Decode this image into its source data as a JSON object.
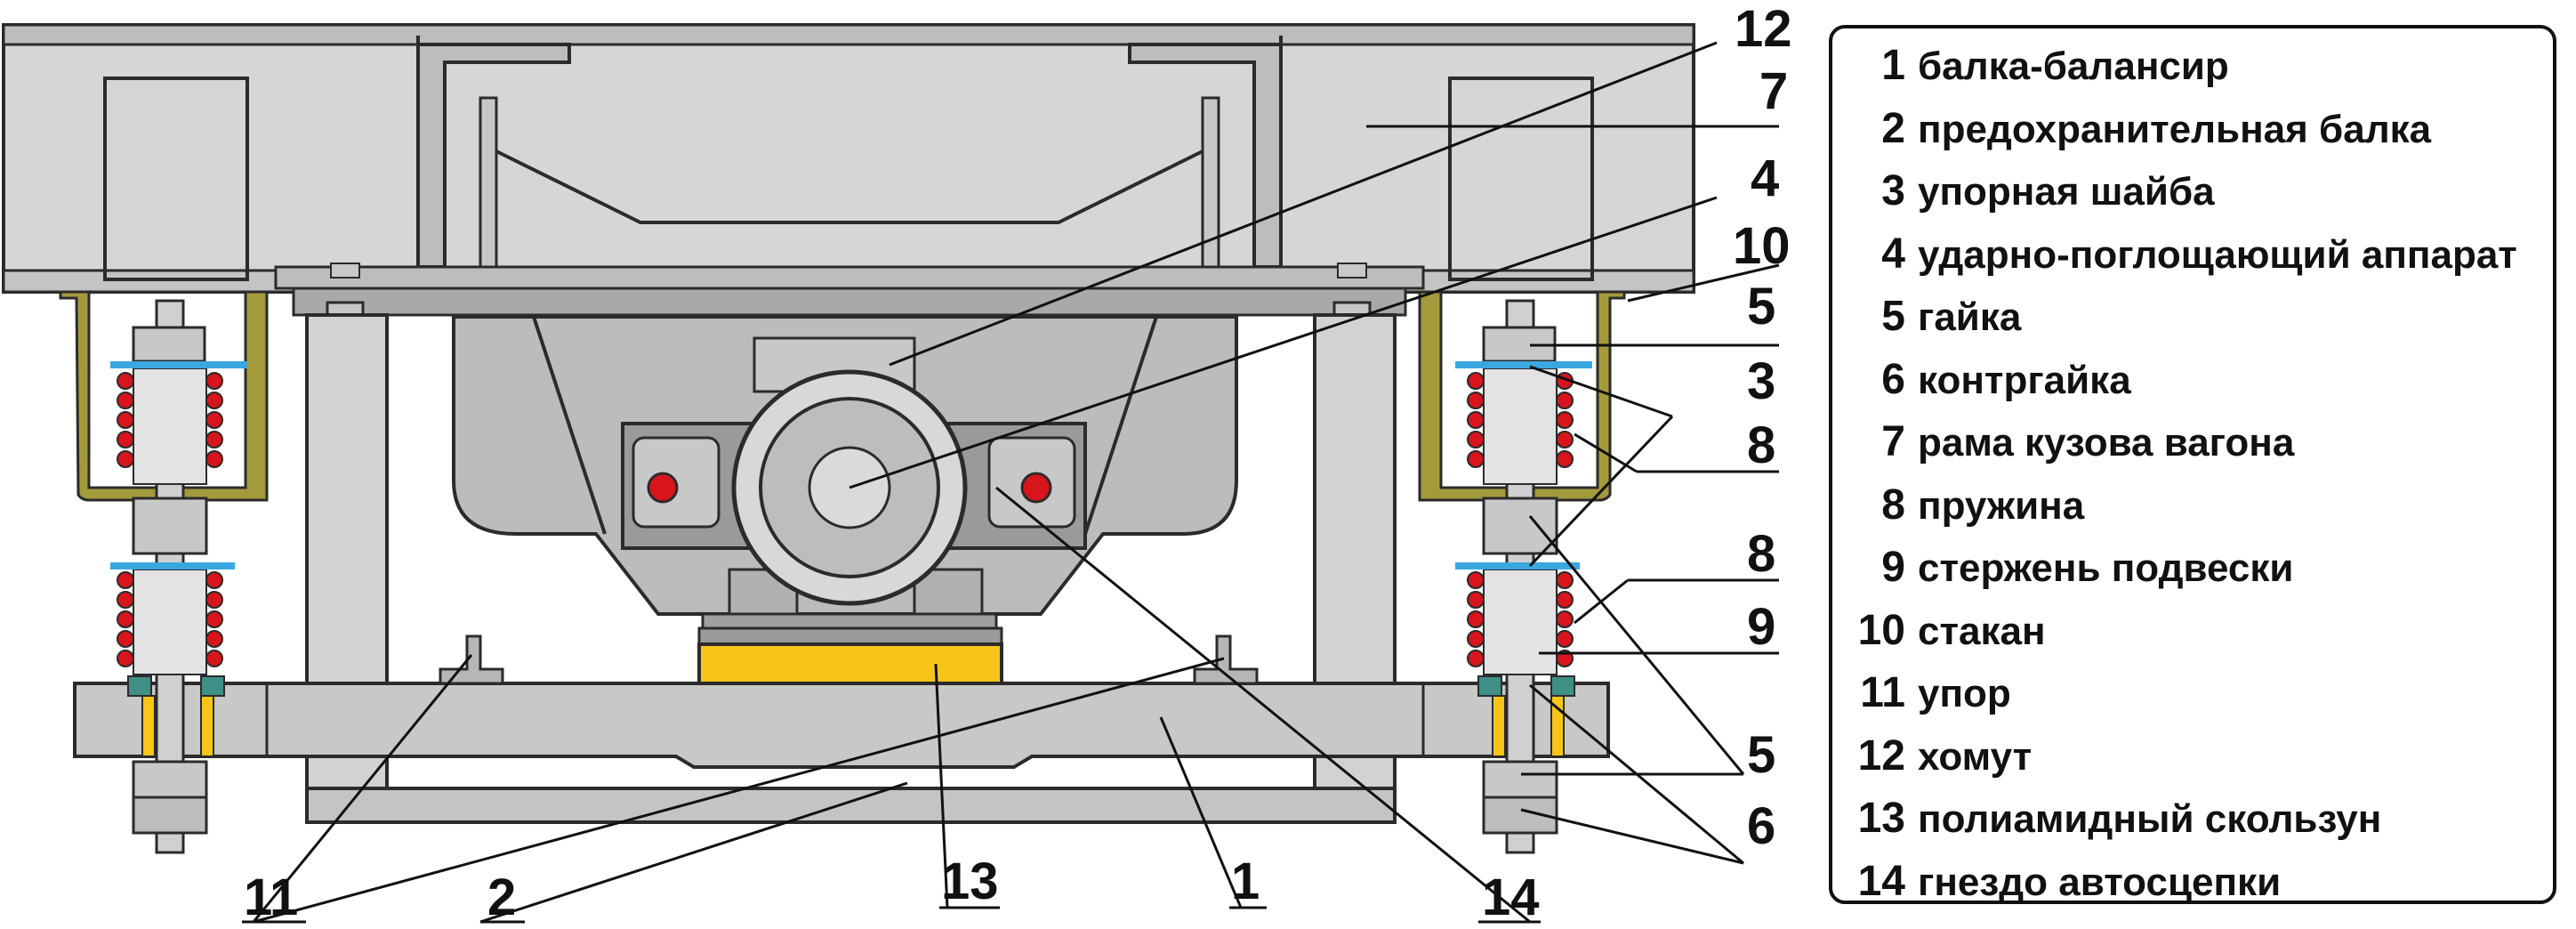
{
  "callouts": {
    "c12": "12",
    "c7": "7",
    "c4": "4",
    "c10": "10",
    "c5a": "5",
    "c3": "3",
    "c8a": "8",
    "c8b": "8",
    "c9": "9",
    "c5b": "5",
    "c6": "6",
    "c11": "11",
    "c2": "2",
    "c13": "13",
    "c1": "1",
    "c14": "14"
  },
  "legend": {
    "items": [
      {
        "num": "1",
        "text": "балка-балансир"
      },
      {
        "num": "2",
        "text": "предохранительная балка"
      },
      {
        "num": "3",
        "text": "упорная шайба"
      },
      {
        "num": "4",
        "text": "ударно-поглощающий аппарат"
      },
      {
        "num": "5",
        "text": "гайка"
      },
      {
        "num": "6",
        "text": "контргайка"
      },
      {
        "num": "7",
        "text": "рама кузова вагона"
      },
      {
        "num": "8",
        "text": "пружина"
      },
      {
        "num": "9",
        "text": "стержень подвески"
      },
      {
        "num": "10",
        "text": "стакан"
      },
      {
        "num": "11",
        "text": "упор"
      },
      {
        "num": "12",
        "text": "хомут"
      },
      {
        "num": "13",
        "text": "полиамидный скользун"
      },
      {
        "num": "14",
        "text": "гнездо автосцепки"
      }
    ]
  },
  "colors": {
    "metal_light": "#d6d6d6",
    "metal_mid": "#bdbdbd",
    "metal_dark": "#7d7d7d",
    "outline": "#2b2b2b",
    "cup_olive": "#a39a3c",
    "washer_blue": "#3aa7e0",
    "spring_red": "#d8141c",
    "slider_yellow": "#f7c51a",
    "stop_teal": "#3f8f86"
  }
}
